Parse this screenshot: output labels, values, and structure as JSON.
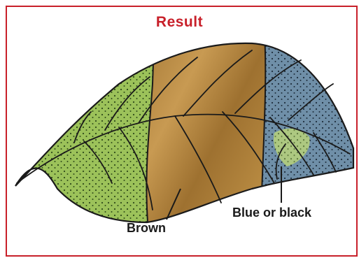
{
  "title": "Result",
  "labels": {
    "brown": "Brown",
    "blue_or_black": "Blue or black"
  },
  "colors": {
    "title": "#c8202a",
    "frame": "#c8202a",
    "green_region": "#9cc25a",
    "brown_region": "#b48a3c",
    "blue_region": "#6f8fa8",
    "outline": "#1a1a1a"
  }
}
